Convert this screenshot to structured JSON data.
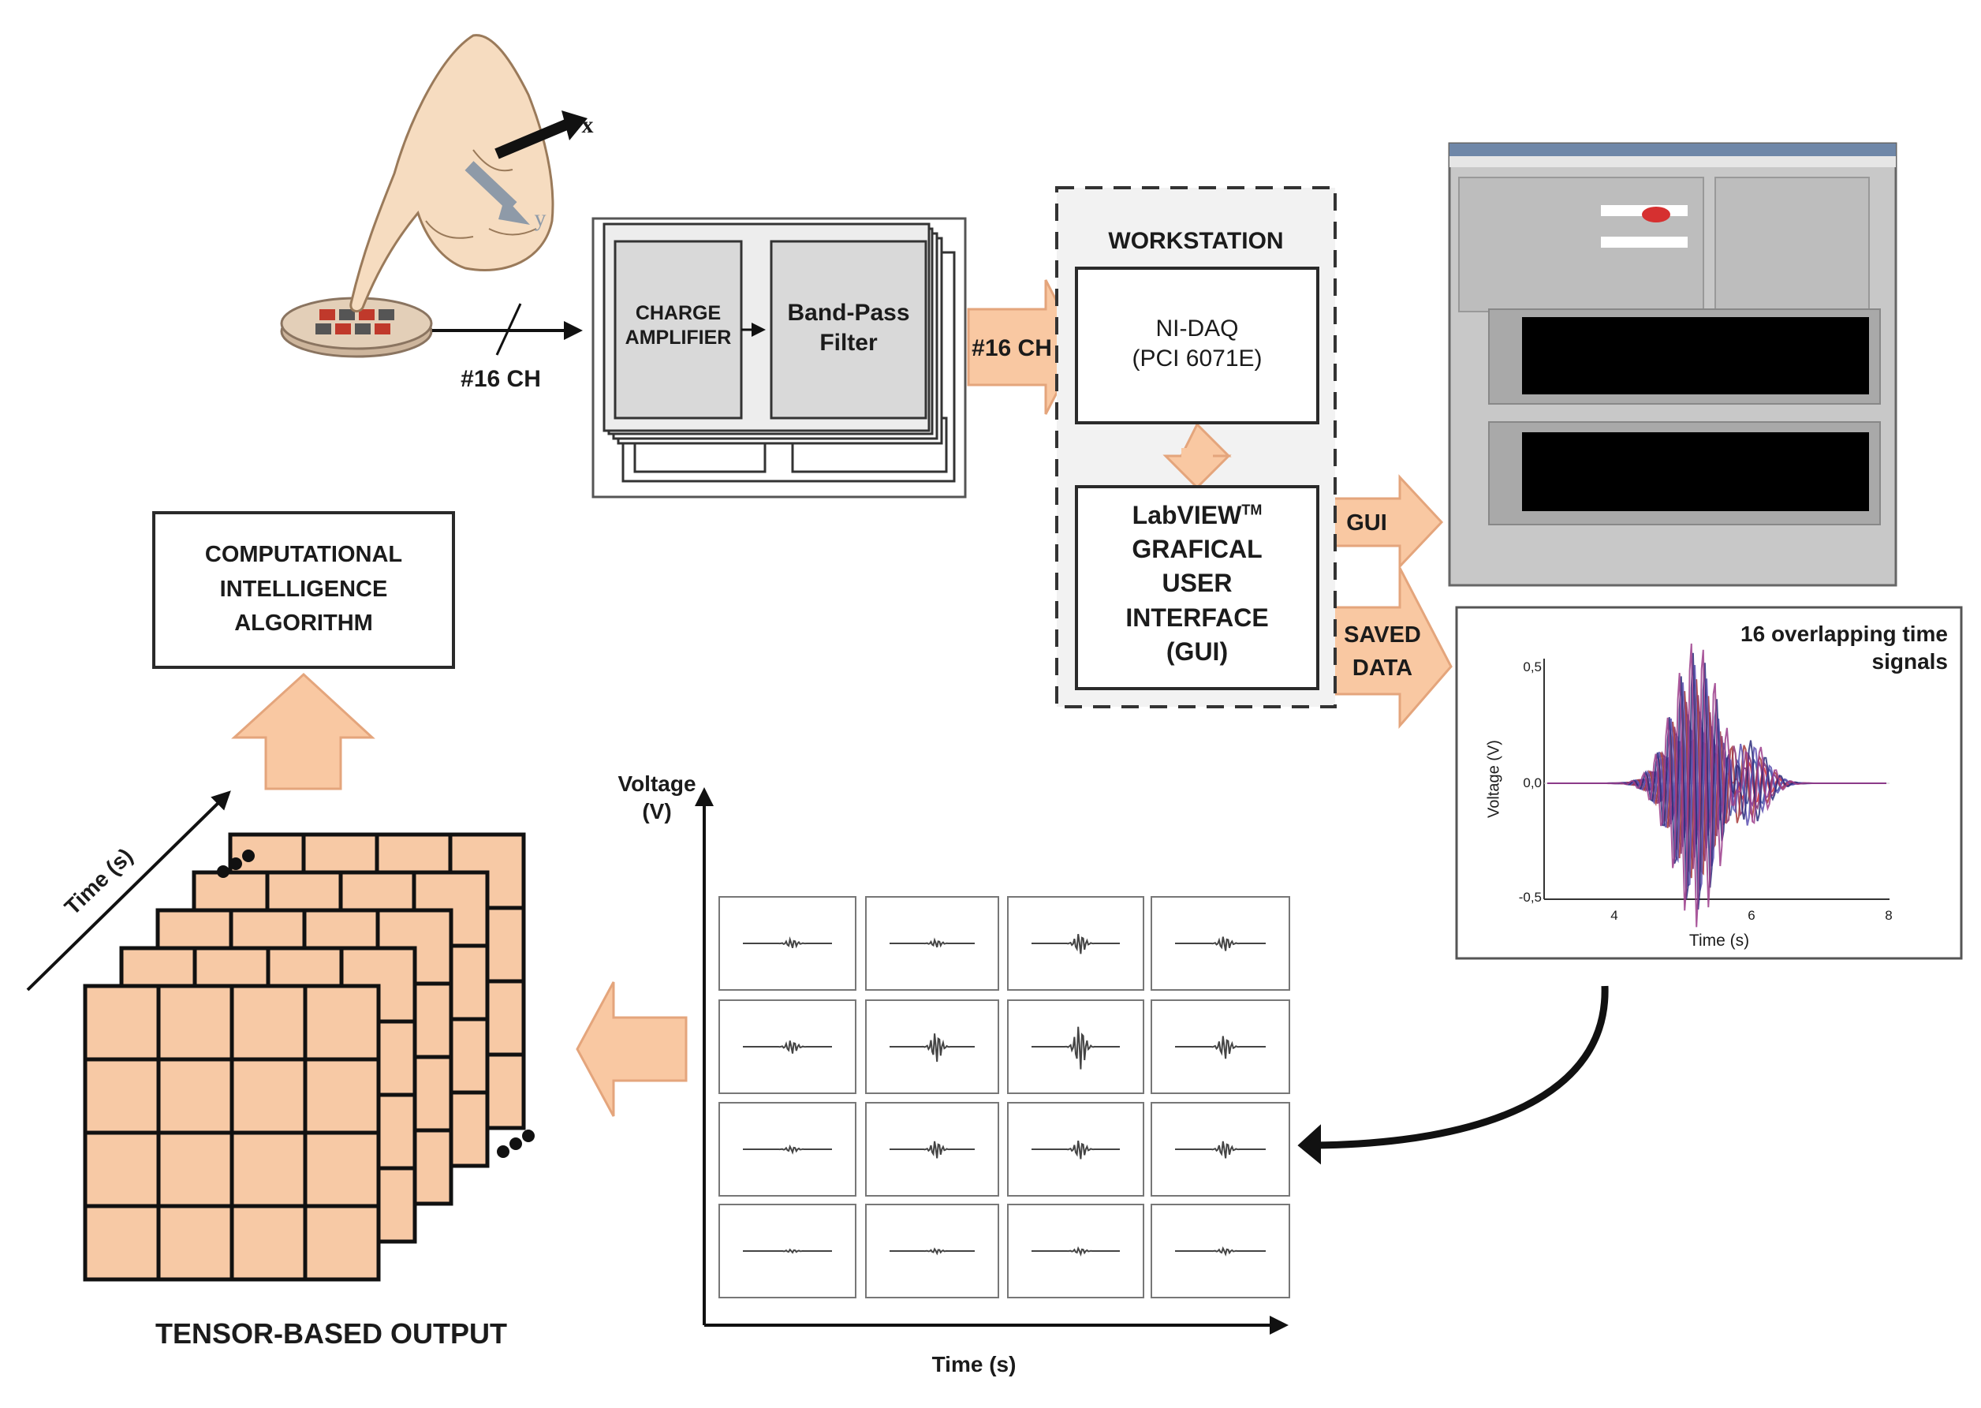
{
  "sensor": {
    "axis_x": "x",
    "axis_y": "y",
    "channels": "#16 CH"
  },
  "conditioning": {
    "charge_amplifier": [
      "CHARGE",
      "AMPLIFIER"
    ],
    "band_pass": [
      "Band-Pass",
      "Filter"
    ]
  },
  "link_label": "#16 CH",
  "workstation": {
    "title": "WORKSTATION",
    "daq": [
      "NI-DAQ",
      "(PCI 6071E)"
    ],
    "labview": {
      "line1": "LabVIEW",
      "tm": "TM",
      "rest": [
        "GRAFICAL",
        "USER",
        "INTERFACE",
        "(GUI)"
      ]
    }
  },
  "outputs": {
    "gui": "GUI",
    "saved": [
      "SAVED",
      "DATA"
    ]
  },
  "overlap_chart": {
    "title": [
      "16 overlapping time",
      "signals"
    ],
    "ylabel": "Voltage (V)",
    "xlabel": "Time (s)",
    "yticks": [
      "0,5",
      "0,0",
      "-0,5"
    ],
    "xticks": [
      "4",
      "6",
      "8"
    ]
  },
  "algorithm": [
    "COMPUTATIONAL",
    "INTELLIGENCE",
    "ALGORITHM"
  ],
  "tensor": {
    "time_axis": "Time (s)",
    "caption": "TENSOR-BASED OUTPUT"
  },
  "grid_axes": {
    "ylabel": [
      "Voltage",
      "(V)"
    ],
    "xlabel": "Time (s)"
  },
  "colors": {
    "arrow_fill": "#f9c8a2",
    "arrow_stroke": "#e4a57c",
    "tensor_fill": "#f7c9a5",
    "panel_gray": "#bfbfbf",
    "inner_gray": "#d9d9d9"
  }
}
